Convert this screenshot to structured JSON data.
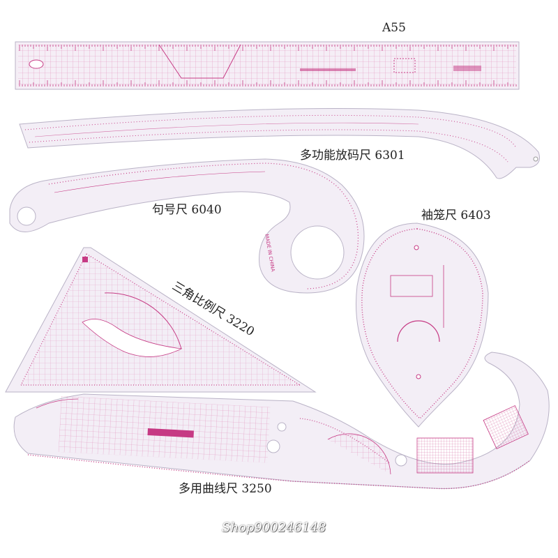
{
  "rulers": [
    {
      "id": "a55",
      "label": "A55"
    },
    {
      "id": "6301",
      "label": "多功能放码尺 6301"
    },
    {
      "id": "6040",
      "label": "句号尺 6040"
    },
    {
      "id": "6403",
      "label": "袖笼尺 6403"
    },
    {
      "id": "3220",
      "label": "三角比例尺 3220"
    },
    {
      "id": "3250",
      "label": "多用曲线尺 3250"
    }
  ],
  "watermark": "Shop900246148",
  "colors": {
    "ruler_ink": "#d0408a",
    "ruler_fill": "#f3eef6",
    "ruler_edge": "#b9b2c6"
  }
}
